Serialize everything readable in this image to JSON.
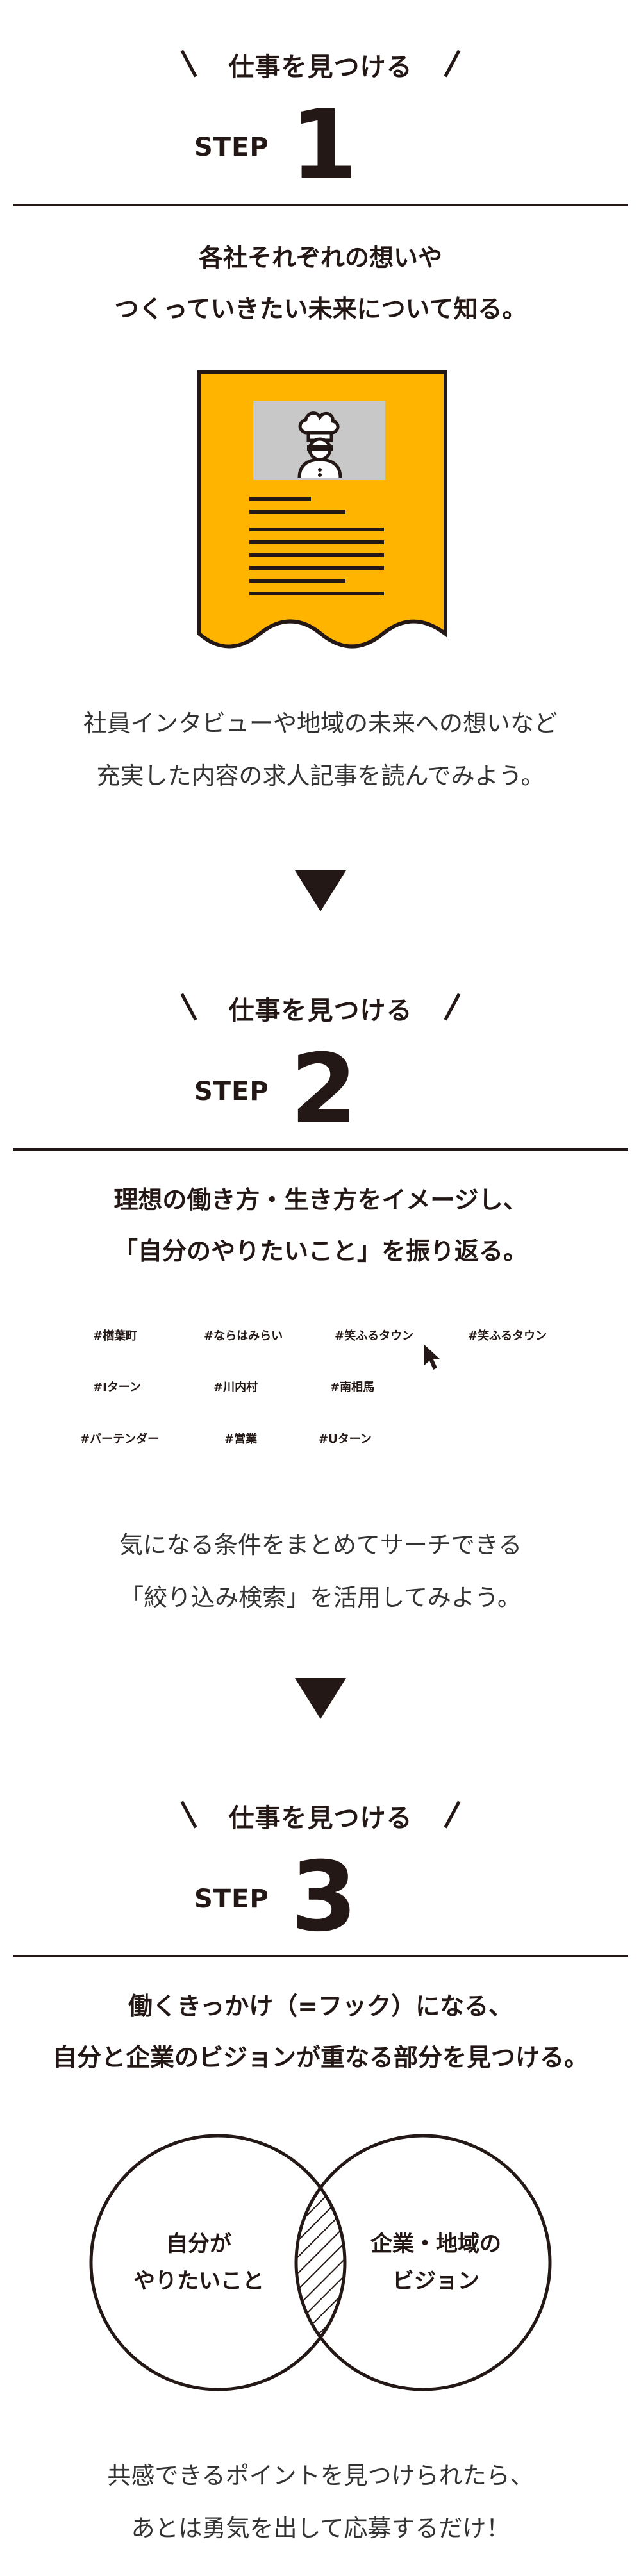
{
  "steps": [
    {
      "title": "仕事を見つける",
      "step_word": "STEP",
      "number": "1",
      "headline_lines": [
        "各社それぞれの想いや",
        "つくっていきたい未来について知る。"
      ],
      "body_lines": [
        "社員インタビューや地域の未来への想いなど",
        "充実した内容の求人記事を読んでみよう。"
      ]
    },
    {
      "title": "仕事を見つける",
      "step_word": "STEP",
      "number": "2",
      "headline_lines": [
        "理想の働き方・生き方をイメージし、",
        "「自分のやりたいこと」を振り返る。"
      ],
      "tags": [
        [
          "#楢葉町",
          "#ならはみらい",
          "#笑ふるタウン",
          "#笑ふるタウン"
        ],
        [
          "#Iターン",
          "#川内村",
          "#南相馬"
        ],
        [
          "#バーテンダー",
          "#営業",
          "#Uターン"
        ]
      ],
      "body_lines": [
        "気になる条件をまとめてサーチできる",
        "「絞り込み検索」を活用してみよう。"
      ]
    },
    {
      "title": "仕事を見つける",
      "step_word": "STEP",
      "number": "3",
      "headline_lines": [
        "働くきっかけ（=フック）になる、",
        "自分と企業のビジョンが重なる部分を見つける。"
      ],
      "venn": {
        "left_lines": [
          "自分が",
          "やりたいこと"
        ],
        "right_lines": [
          "企業・地域の",
          "ビジョン"
        ]
      },
      "body_lines": [
        "共感できるポイントを見つけられたら、",
        "あとは勇気を出して応募するだけ！"
      ]
    }
  ],
  "colors": {
    "accent": "#FFB400",
    "ink": "#231815",
    "illustration_bg": "#C8C8C8"
  },
  "icons": [
    "chef-icon",
    "cursor-arrow-icon",
    "down-triangle-icon"
  ]
}
